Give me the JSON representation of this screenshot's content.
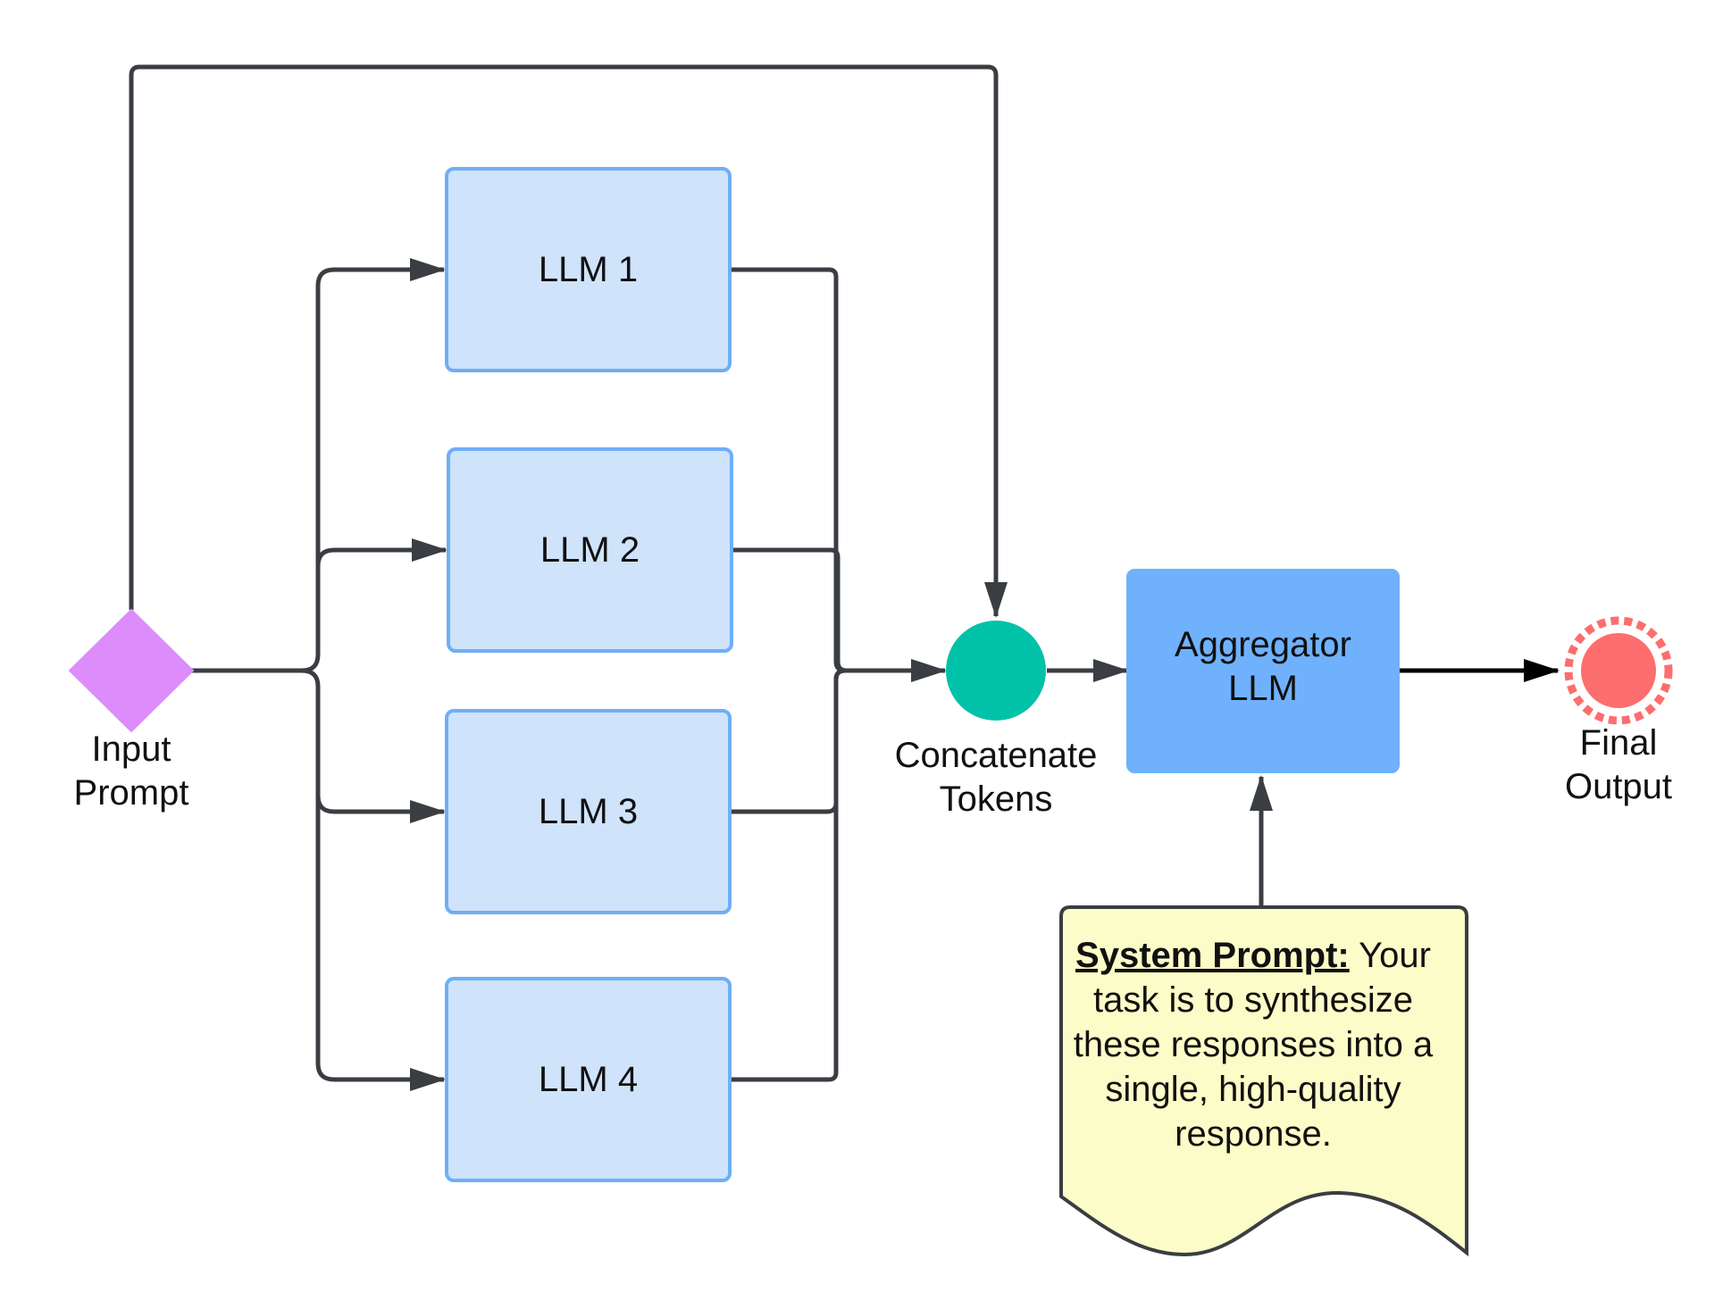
{
  "nodes": {
    "input_prompt": {
      "label_line1": "Input",
      "label_line2": "Prompt"
    },
    "llm1": {
      "label": "LLM 1"
    },
    "llm2": {
      "label": "LLM 2"
    },
    "llm3": {
      "label": "LLM 3"
    },
    "llm4": {
      "label": "LLM 4"
    },
    "concatenate": {
      "label_line1": "Concatenate",
      "label_line2": "Tokens"
    },
    "aggregator": {
      "label_line1": "Aggregator",
      "label_line2": "LLM"
    },
    "final_output": {
      "label_line1": "Final",
      "label_line2": "Output"
    }
  },
  "system_prompt": {
    "title": "System Prompt:",
    "body": " Your task is to synthesize these responses into a single, high-quality response."
  },
  "colors": {
    "diamond": "#dd8cfb",
    "llm_fill": "#cfe3fb",
    "llm_stroke": "#6faef7",
    "concat_circle": "#00c2a8",
    "aggregator_fill": "#6fb1fc",
    "final_fill": "#fd6e6e",
    "note_fill": "#fcfcc8",
    "line": "#3a3d42"
  }
}
